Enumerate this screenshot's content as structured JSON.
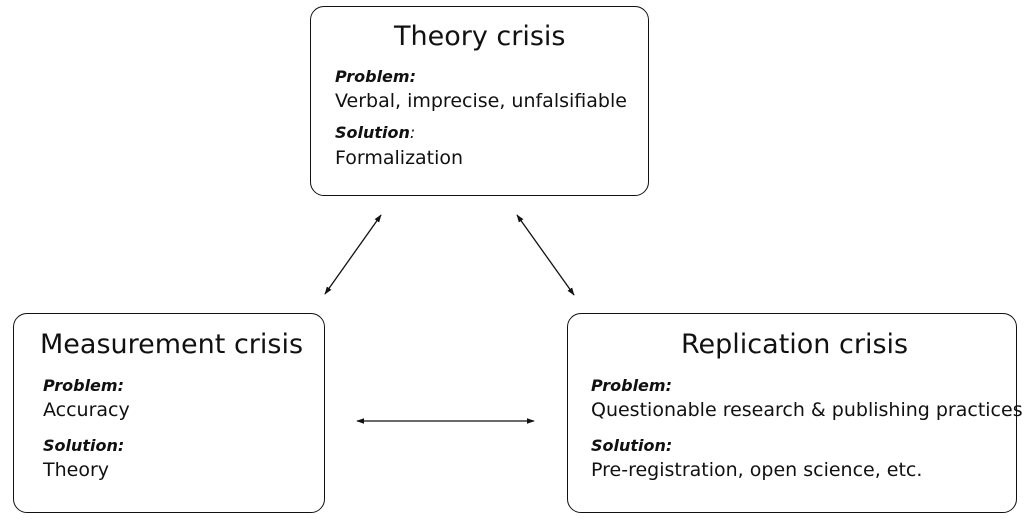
{
  "theory": {
    "title": "Theory crisis",
    "problem_label": "Problem:",
    "problem_text": "Verbal, imprecise, unfalsifiable",
    "solution_label": "Solution",
    "solution_colon": ":",
    "solution_text": "Formalization"
  },
  "measurement": {
    "title": "Measurement crisis",
    "problem_label": "Problem:",
    "problem_text": "Accuracy",
    "solution_label": "Solution:",
    "solution_text": "Theory"
  },
  "replication": {
    "title": "Replication crisis",
    "problem_label": "Problem:",
    "problem_text": "Questionable research & publishing practices",
    "solution_label": "Solution:",
    "solution_text": "Pre-registration, open science, etc."
  },
  "colors": {
    "stroke": "#111111",
    "background": "#ffffff"
  }
}
